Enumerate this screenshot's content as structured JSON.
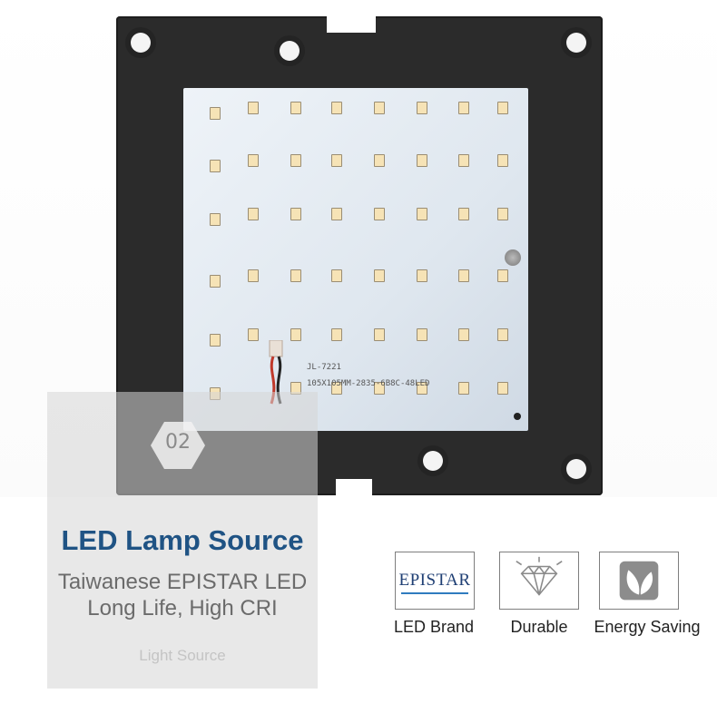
{
  "photo": {
    "pcb_model": "JL-7221",
    "pcb_spec": "105X105MM-2835-6B8C-48LED",
    "led_colors": {
      "body": "#f6e3b6",
      "housing": "#2b2b2b"
    }
  },
  "panel": {
    "number": "02",
    "title": "LED Lamp Source",
    "line1": "Taiwanese EPISTAR LED",
    "line2": "Long Life, High CRI",
    "caption": "Light Source",
    "title_color": "#1f5384"
  },
  "features": [
    {
      "icon": "epistar-logo-icon",
      "logo_text": "EPISTAR",
      "label": "LED Brand"
    },
    {
      "icon": "diamond-icon",
      "label": "Durable"
    },
    {
      "icon": "leaves-icon",
      "label": "Energy Saving"
    }
  ]
}
